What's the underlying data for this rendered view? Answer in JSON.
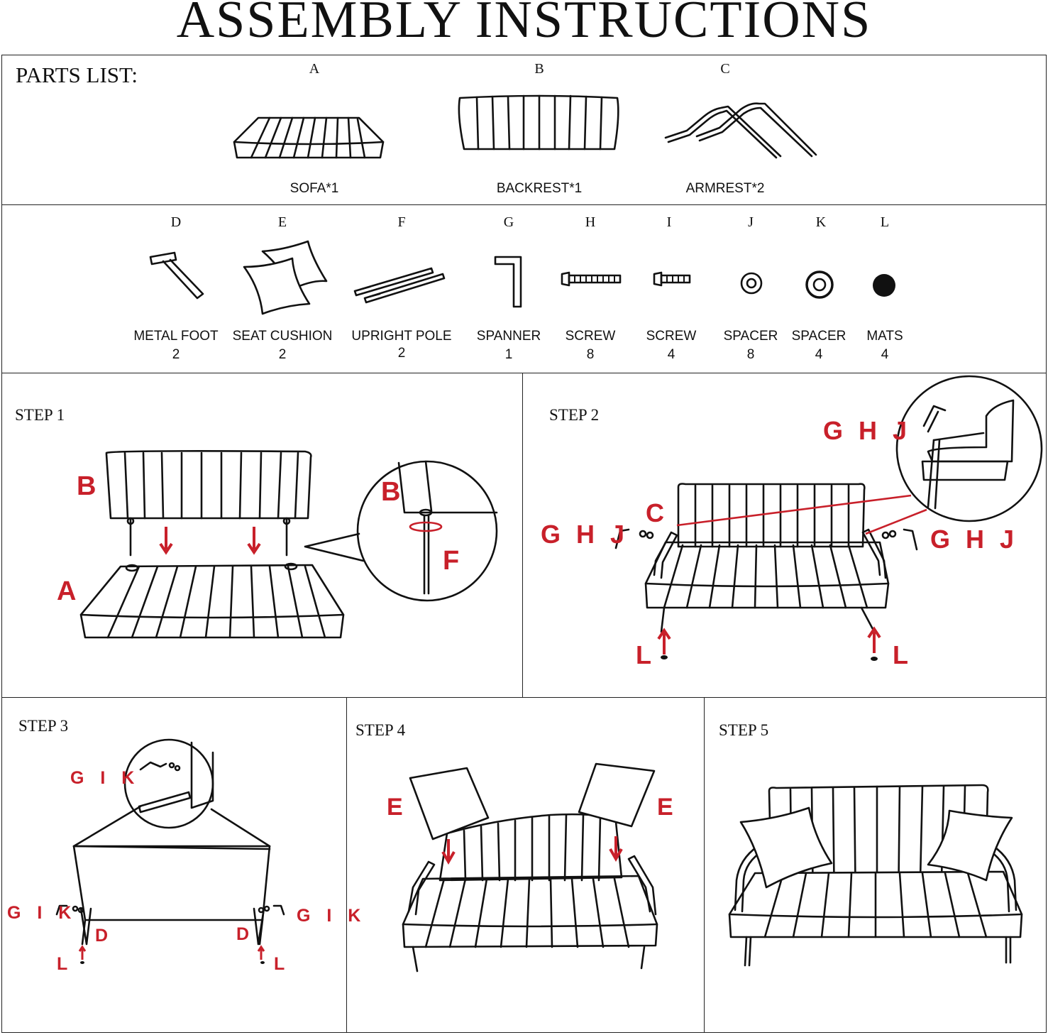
{
  "title": "ASSEMBLY INSTRUCTIONS",
  "parts_list_label": "PARTS LIST:",
  "large_parts": [
    {
      "letter": "A",
      "name": "SOFA*1"
    },
    {
      "letter": "B",
      "name": "BACKREST*1"
    },
    {
      "letter": "C",
      "name": "ARMREST*2"
    }
  ],
  "small_parts": [
    {
      "letter": "D",
      "name": "METAL FOOT",
      "qty": "2"
    },
    {
      "letter": "E",
      "name": "SEAT CUSHION",
      "qty": "2"
    },
    {
      "letter": "F",
      "name": "UPRIGHT POLE",
      "qty": "2"
    },
    {
      "letter": "G",
      "name": "SPANNER",
      "qty": "1"
    },
    {
      "letter": "H",
      "name": "SCREW",
      "qty": "8"
    },
    {
      "letter": "I",
      "name": "SCREW",
      "qty": "4"
    },
    {
      "letter": "J",
      "name": "SPACER",
      "qty": "8"
    },
    {
      "letter": "K",
      "name": "SPACER",
      "qty": "4"
    },
    {
      "letter": "L",
      "name": "MATS",
      "qty": "4"
    }
  ],
  "steps": {
    "step1": {
      "label": "STEP 1",
      "callouts": [
        "B",
        "A",
        "B",
        "F"
      ]
    },
    "step2": {
      "label": "STEP 2",
      "callouts": [
        "G H J",
        "C",
        "G H J",
        "G H J",
        "L",
        "L"
      ]
    },
    "step3": {
      "label": "STEP 3",
      "callouts": [
        "G I K",
        "G I K",
        "G I K",
        "D",
        "D",
        "L",
        "L"
      ]
    },
    "step4": {
      "label": "STEP 4",
      "callouts": [
        "E",
        "E"
      ]
    },
    "step5": {
      "label": "STEP 5"
    }
  },
  "accent_color": "#c8202a"
}
